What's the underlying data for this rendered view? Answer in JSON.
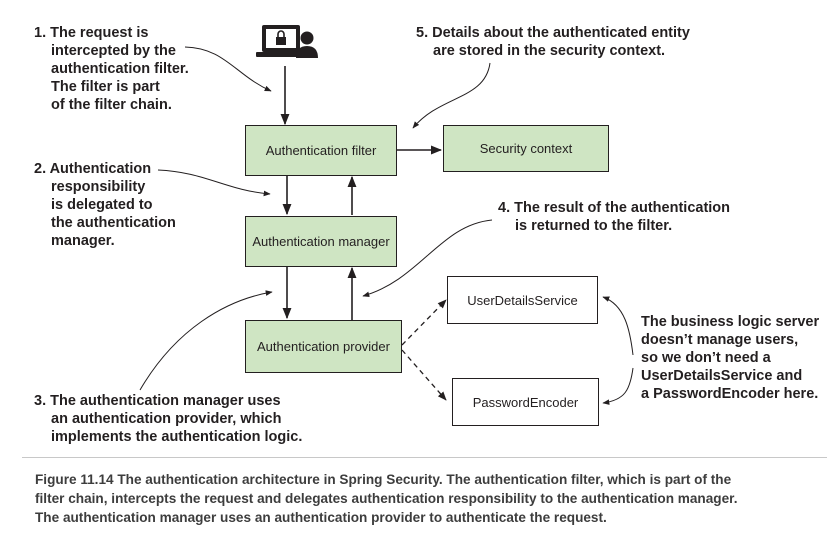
{
  "annotations": {
    "step1": [
      "1. The request is",
      "intercepted by the",
      "authentication filter.",
      "The filter is part",
      "of the filter chain."
    ],
    "step2": [
      "2. Authentication",
      "responsibility",
      "is delegated to",
      "the authentication",
      "manager."
    ],
    "step3": [
      "3. The authentication manager uses",
      "an authentication provider, which",
      "implements the authentication logic."
    ],
    "step4": [
      "4. The result of the authentication",
      "is returned to the filter."
    ],
    "step5": [
      "5. Details about the authenticated entity",
      "are stored in the security context."
    ],
    "business_note": [
      "The business logic server",
      "doesn’t manage users,",
      "so we don’t need a",
      "UserDetailsService and",
      "a PasswordEncoder here."
    ]
  },
  "boxes": {
    "auth_filter": "Authentication filter",
    "security_context": "Security context",
    "auth_manager": "Authentication manager",
    "auth_provider": "Authentication provider",
    "user_details_service": "UserDetailsService",
    "password_encoder": "PasswordEncoder"
  },
  "caption": [
    "Figure 11.14   The authentication architecture in Spring Security. The authentication filter, which is part of the",
    "filter chain, intercepts the request and delegates authentication responsibility to the authentication manager.",
    "The authentication manager uses an authentication provider to authenticate the request."
  ],
  "icons": {
    "client": "laptop-user-lock-icon"
  },
  "colors": {
    "component_fill": "#cfe5c3",
    "stroke": "#231f20"
  }
}
